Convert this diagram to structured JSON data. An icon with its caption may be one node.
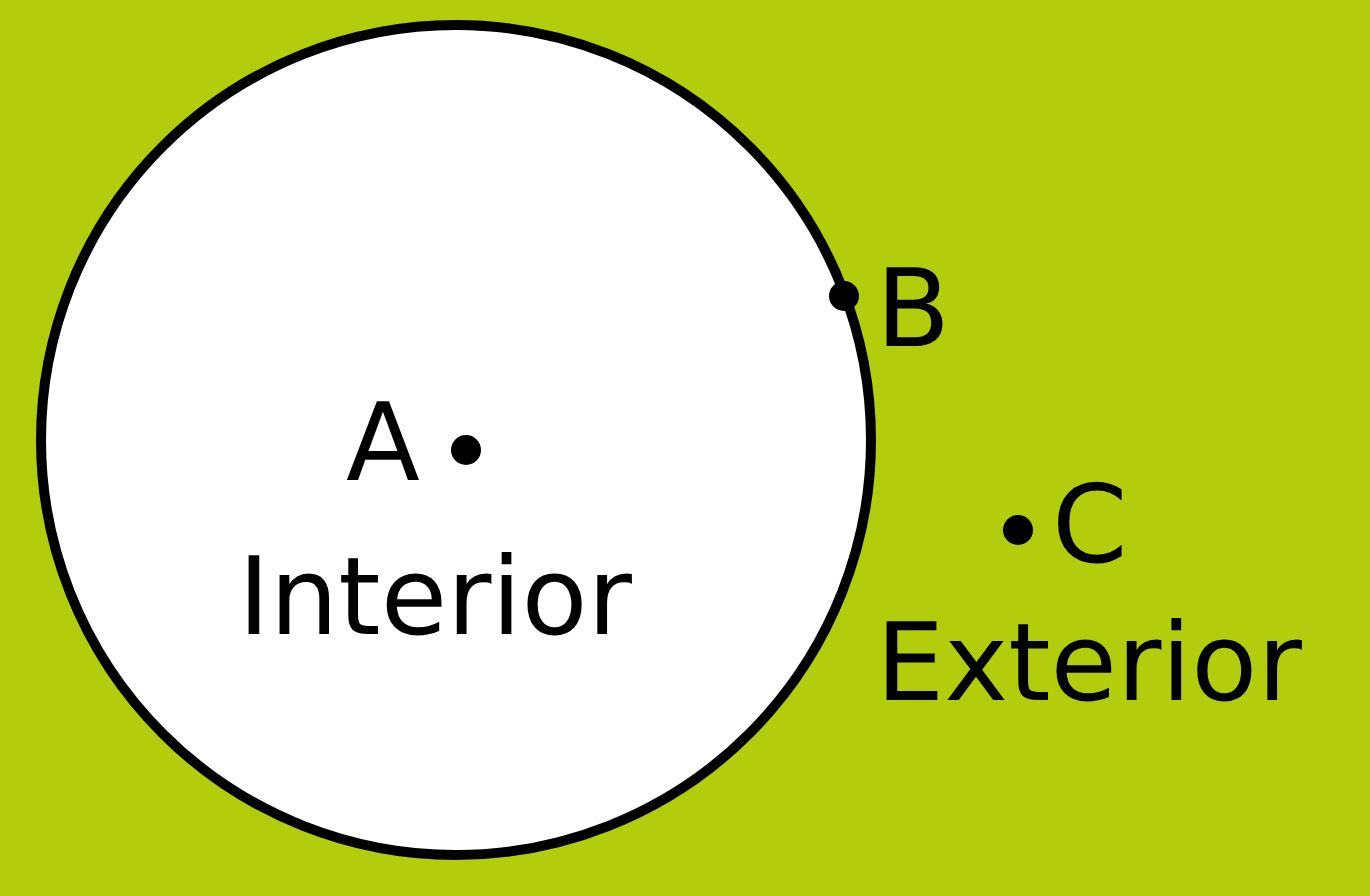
{
  "diagram": {
    "nodes": [
      {
        "text": [
          "A",
          "Interior"
        ]
      }
    ],
    "labels": [
      "B",
      "C",
      "Exterior"
    ]
  }
}
